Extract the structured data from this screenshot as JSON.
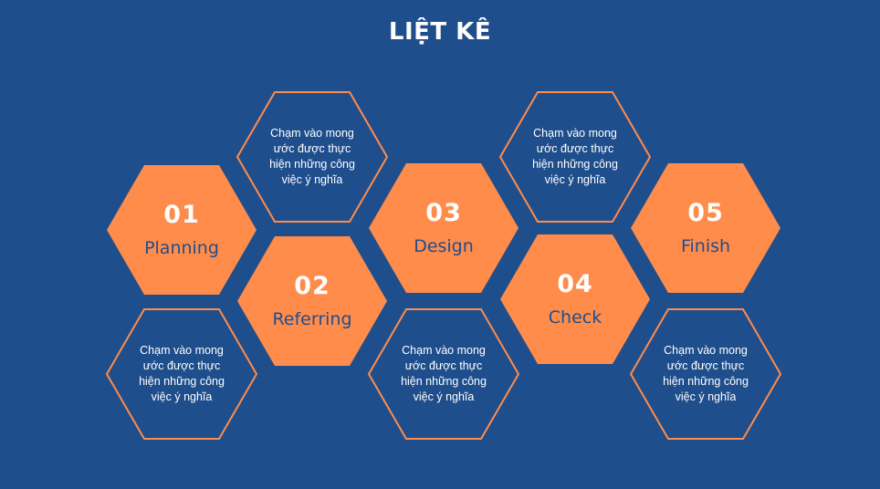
{
  "title": "LIỆT KÊ",
  "colors": {
    "background": "#1f4e8c",
    "accent": "#ff8c4b",
    "outline": "#ff8c4b",
    "text_light": "#ffffff",
    "text_dark": "#1f4e8c"
  },
  "steps": [
    {
      "number": "01",
      "label": "Planning"
    },
    {
      "number": "02",
      "label": "Referring"
    },
    {
      "number": "03",
      "label": "Design"
    },
    {
      "number": "04",
      "label": "Check"
    },
    {
      "number": "05",
      "label": "Finish"
    }
  ],
  "descriptions": [
    {
      "text": "Chạm vào mong\nước được thực\nhiện những công\nviệc ý nghĩa"
    },
    {
      "text": "Chạm vào mong\nước được thực\nhiện những công\nviệc ý nghĩa"
    },
    {
      "text": "Chạm vào mong\nước được thực\nhiện những công\nviệc ý nghĩa"
    },
    {
      "text": "Chạm vào mong\nước được thực\nhiện những công\nviệc ý nghĩa"
    },
    {
      "text": "Chạm vào mong\nước được thực\nhiện những công\nviệc ý nghĩa"
    }
  ]
}
